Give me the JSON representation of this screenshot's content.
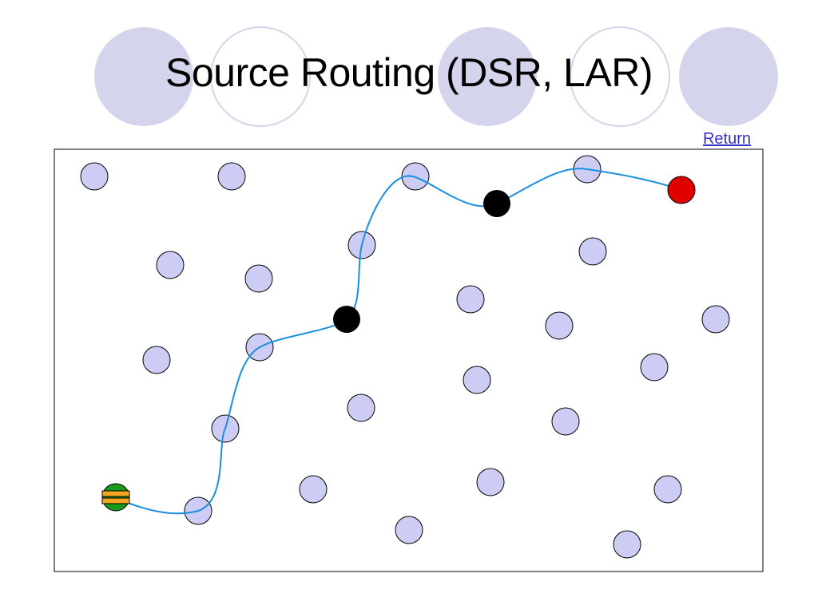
{
  "slide": {
    "title": "Source Routing (DSR, LAR)",
    "return_link": "Return"
  },
  "colors": {
    "decor_circle_fill": "#d4d4ec",
    "decor_circle_outline": "#d4d4ec",
    "node_fill": "#ccccf5",
    "node_stroke": "#000000",
    "route_line": "#1a8fe0",
    "source_node_fill": "#1a9a1a",
    "source_packet_fill": "#f5a623",
    "destination_node_fill": "#e00000",
    "intermediate_node_fill": "#000000",
    "link": "#3333cc"
  },
  "diagram": {
    "nodes": [
      {
        "id": "n1",
        "role": "plain"
      },
      {
        "id": "n2",
        "role": "plain"
      },
      {
        "id": "n3",
        "role": "plain"
      },
      {
        "id": "n4",
        "role": "plain"
      },
      {
        "id": "n5",
        "role": "plain"
      },
      {
        "id": "n6",
        "role": "plain"
      },
      {
        "id": "n7",
        "role": "plain"
      },
      {
        "id": "n8",
        "role": "plain"
      },
      {
        "id": "n9",
        "role": "plain"
      },
      {
        "id": "n10",
        "role": "plain"
      },
      {
        "id": "n11",
        "role": "plain"
      },
      {
        "id": "n12",
        "role": "plain"
      },
      {
        "id": "n13",
        "role": "plain"
      },
      {
        "id": "n14",
        "role": "plain"
      },
      {
        "id": "n15",
        "role": "plain"
      },
      {
        "id": "n16",
        "role": "plain"
      },
      {
        "id": "n17",
        "role": "plain"
      },
      {
        "id": "n18",
        "role": "plain"
      },
      {
        "id": "n19",
        "role": "plain"
      },
      {
        "id": "n20",
        "role": "plain"
      },
      {
        "id": "n21",
        "role": "plain"
      },
      {
        "id": "n22",
        "role": "plain"
      },
      {
        "id": "n23",
        "role": "plain"
      },
      {
        "id": "n24",
        "role": "plain"
      },
      {
        "id": "n25",
        "role": "plain"
      },
      {
        "id": "n26",
        "role": "plain"
      },
      {
        "id": "source",
        "role": "source"
      },
      {
        "id": "destination",
        "role": "destination"
      },
      {
        "id": "hop1",
        "role": "intermediate"
      },
      {
        "id": "hop2",
        "role": "intermediate"
      }
    ]
  }
}
